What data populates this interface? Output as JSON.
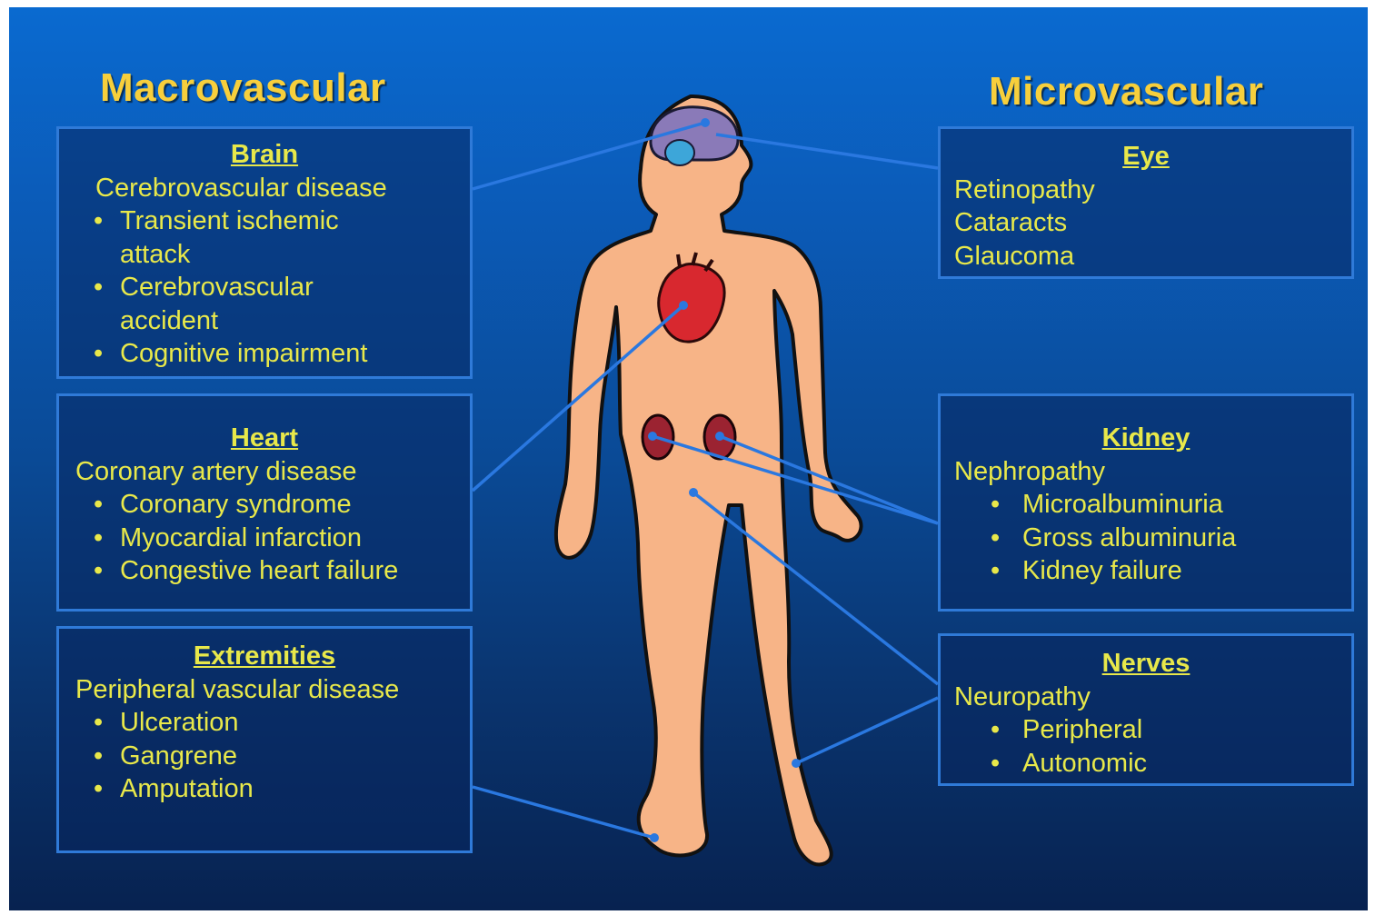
{
  "headings": {
    "left": "Macrovascular",
    "right": "Microvascular"
  },
  "macrovascular": [
    {
      "title": "Brain",
      "subtitle": "Cerebrovascular disease",
      "items": [
        "Transient ischemic attack",
        "Cerebrovascular accident",
        "Cognitive impairment"
      ]
    },
    {
      "title": "Heart",
      "subtitle": "Coronary artery disease",
      "items": [
        "Coronary syndrome",
        "Myocardial infarction",
        "Congestive heart failure"
      ]
    },
    {
      "title": "Extremities",
      "subtitle": "Peripheral vascular disease",
      "items": [
        "Ulceration",
        "Gangrene",
        "Amputation"
      ]
    }
  ],
  "microvascular": [
    {
      "title": "Eye",
      "lines": [
        "Retinopathy",
        "Cataracts",
        "Glaucoma"
      ]
    },
    {
      "title": "Kidney",
      "subtitle": "Nephropathy",
      "items": [
        "Microalbuminuria",
        "Gross albuminuria",
        "Kidney failure"
      ]
    },
    {
      "title": "Nerves",
      "subtitle": "Neuropathy",
      "items": [
        "Peripheral",
        "Autonomic"
      ]
    }
  ],
  "colors": {
    "heading": "#f7cf3c",
    "box_text": "#e8e84a",
    "box_border": "#2f7ad8",
    "connector": "#2a78e0",
    "skin": "#f7b487",
    "outline": "#111111",
    "brain": "#8a7ab8",
    "heart": "#d8282f",
    "kidney": "#9b2331"
  },
  "icons": [
    "brain-icon",
    "heart-icon",
    "kidney-icon"
  ]
}
